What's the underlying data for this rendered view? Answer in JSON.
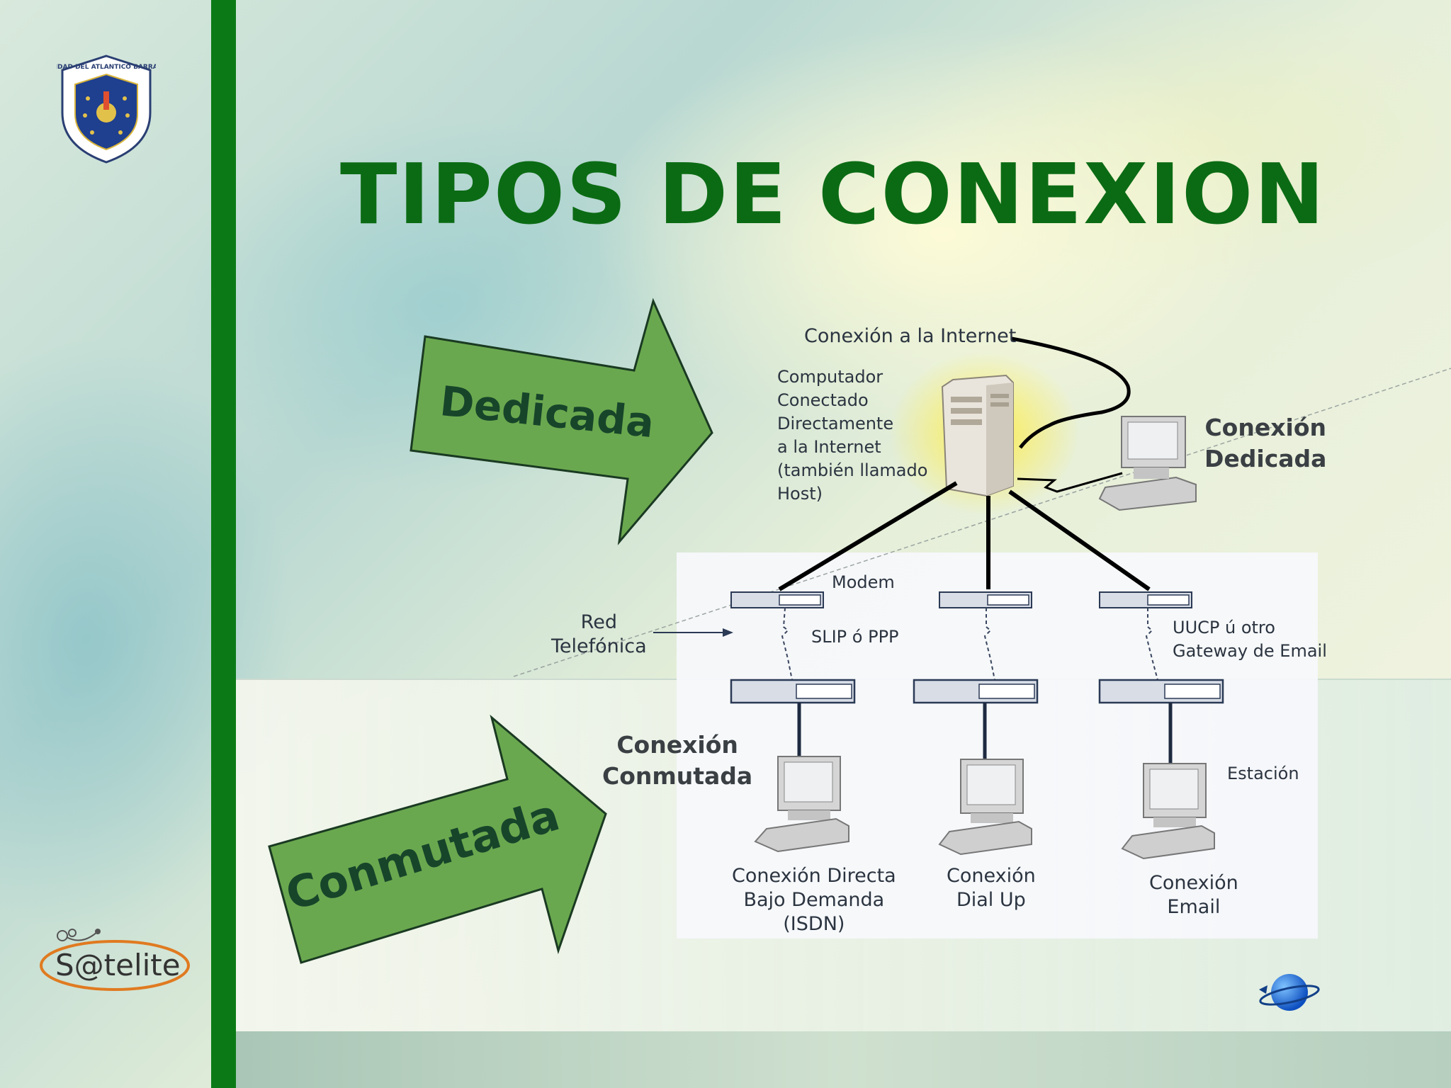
{
  "slide": {
    "title": "TIPOS DE CONEXION"
  },
  "arrows": {
    "dedicada": "Dedicada",
    "conmutada": "Conmutada"
  },
  "diagram": {
    "internet_label": "Conexión a la Internet",
    "host_label": [
      "Computador",
      "Conectado",
      "Directamente",
      "a la Internet",
      "(también llamado",
      "Host)"
    ],
    "dedicated_label": [
      "Conexión",
      "Dedicada"
    ],
    "modem_label": "Modem",
    "phone_net_label": [
      "Red",
      "Telefónica"
    ],
    "slip_label": "SLIP ó PPP",
    "uucp_label": [
      "UUCP ú otro",
      "Gateway de Email"
    ],
    "switched_label": [
      "Conexión",
      "Conmutada"
    ],
    "station_label": "Estación",
    "isdn_label": [
      "Conexión Directa",
      "Bajo Demanda",
      "(ISDN)"
    ],
    "dialup_label": [
      "Conexión",
      "Dial Up"
    ],
    "email_label": [
      "Conexión",
      "Email"
    ]
  },
  "logos": {
    "crest_text": "UNIVERSIDAD DEL ATLANTICO BARRANQUILLA",
    "satelite_text": "S@telite"
  },
  "colors": {
    "accent_green": "#0b7a16",
    "title_green": "#0b6b14",
    "arrow_fill": "#6aa84f",
    "arrow_text": "#17452a"
  },
  "icons": [
    "university-crest-icon",
    "satelite-logo-icon",
    "server-icon",
    "computer-icon",
    "modem-icon",
    "globe-icon"
  ]
}
